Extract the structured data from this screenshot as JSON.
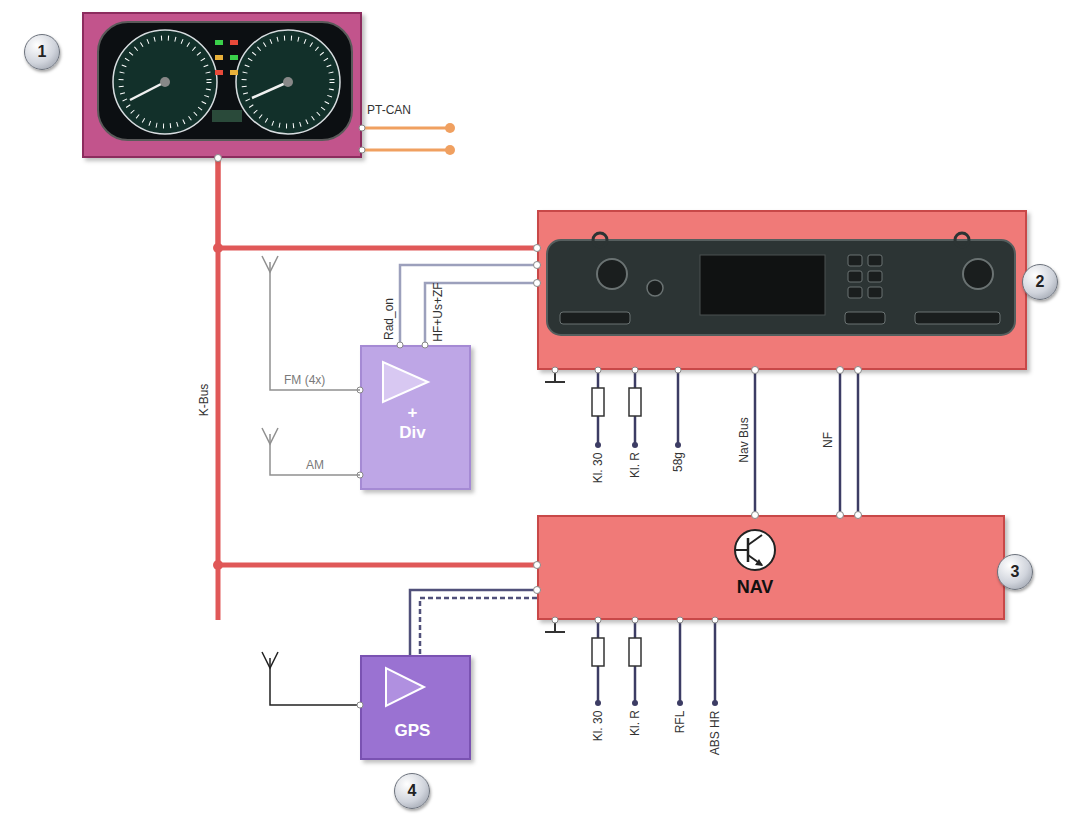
{
  "diagram": {
    "nodes": [
      {
        "text": [
          "1"
        ]
      },
      {
        "text": [
          "2"
        ]
      },
      {
        "text": [
          "+ Div"
        ]
      },
      {
        "text": [
          "NAV",
          "3"
        ]
      },
      {
        "text": [
          "GPS",
          "4"
        ]
      }
    ],
    "edges": [
      {
        "from": 0,
        "to": 1,
        "arrow": "none"
      },
      {
        "from": 0,
        "to": 3,
        "arrow": "none",
        "label": "K-Bus"
      },
      {
        "from": 2,
        "to": 1,
        "arrow": "none",
        "label": "Rad_on"
      },
      {
        "from": 2,
        "to": 1,
        "arrow": "none",
        "label": "HF+Us+ZF"
      },
      {
        "from": 1,
        "to": 3,
        "arrow": "none",
        "label": "Nav Bus"
      },
      {
        "from": 1,
        "to": 3,
        "arrow": "none",
        "label": "NF"
      },
      {
        "from": 1,
        "to": 3,
        "arrow": "none"
      },
      {
        "from": 3,
        "to": 4,
        "arrow": "none"
      },
      {
        "from": 3,
        "to": 4,
        "arrow": "none"
      }
    ],
    "labels": [
      "PT-CAN",
      "FM (4x)",
      "AM",
      "Kl. 30",
      "Kl. R",
      "58g",
      "Kl. 30",
      "Kl. R",
      "RFL",
      "ABS HR"
    ]
  }
}
